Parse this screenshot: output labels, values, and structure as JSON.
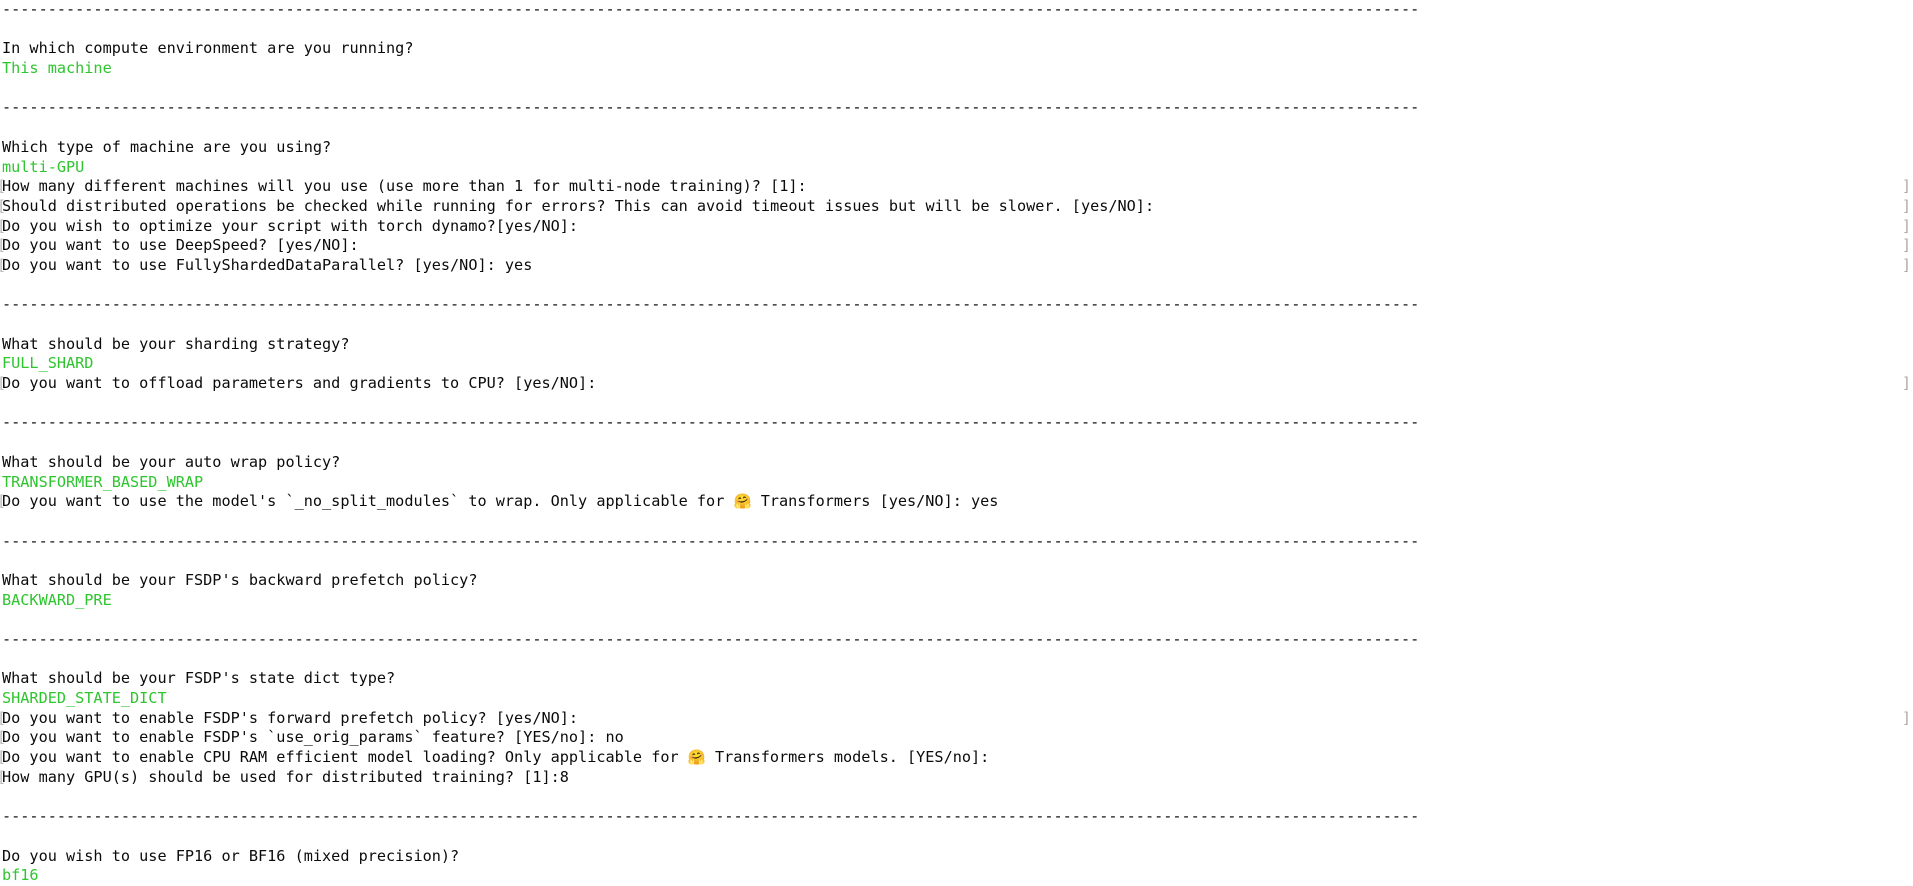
{
  "terminal": {
    "app": "accelerate config",
    "colors": {
      "background": "#ffffff",
      "foreground": "#0b0b0b",
      "answer_green": "#2fc52f",
      "edge_marker": "#a9a9a9"
    },
    "separator_char": "-",
    "separator_repeat": 155,
    "emoji": "🤗",
    "lines": [
      {
        "type": "separator"
      },
      {
        "type": "blank"
      },
      {
        "type": "question",
        "text": "In which compute environment are you running?"
      },
      {
        "type": "answer",
        "text": "This machine"
      },
      {
        "type": "blank"
      },
      {
        "type": "separator"
      },
      {
        "type": "blank"
      },
      {
        "type": "question",
        "text": "Which type of machine are you using?"
      },
      {
        "type": "answer",
        "text": "multi-GPU"
      },
      {
        "type": "prompt",
        "text": "How many different machines will you use (use more than 1 for multi-node training)? [1]:",
        "edge": "]"
      },
      {
        "type": "prompt",
        "text": "Should distributed operations be checked while running for errors? This can avoid timeout issues but will be slower. [yes/NO]:",
        "edge": "]"
      },
      {
        "type": "prompt",
        "text": "Do you wish to optimize your script with torch dynamo?[yes/NO]:",
        "edge": "]"
      },
      {
        "type": "prompt",
        "text": "Do you want to use DeepSpeed? [yes/NO]:",
        "edge": "]"
      },
      {
        "type": "prompt",
        "text": "Do you want to use FullyShardedDataParallel? [yes/NO]: yes",
        "edge": "]"
      },
      {
        "type": "blank"
      },
      {
        "type": "separator"
      },
      {
        "type": "blank"
      },
      {
        "type": "question",
        "text": "What should be your sharding strategy?"
      },
      {
        "type": "answer",
        "text": "FULL_SHARD"
      },
      {
        "type": "prompt",
        "text": "Do you want to offload parameters and gradients to CPU? [yes/NO]:",
        "edge": "]"
      },
      {
        "type": "blank"
      },
      {
        "type": "separator"
      },
      {
        "type": "blank"
      },
      {
        "type": "question",
        "text": "What should be your auto wrap policy?"
      },
      {
        "type": "answer",
        "text": "TRANSFORMER_BASED_WRAP"
      },
      {
        "type": "prompt_emoji",
        "before": "Do you want to use the model's `_no_split_modules` to wrap. Only applicable for ",
        "after": " Transformers [yes/NO]: yes",
        "edge": ""
      },
      {
        "type": "blank"
      },
      {
        "type": "separator"
      },
      {
        "type": "blank"
      },
      {
        "type": "question",
        "text": "What should be your FSDP's backward prefetch policy?"
      },
      {
        "type": "answer",
        "text": "BACKWARD_PRE"
      },
      {
        "type": "blank"
      },
      {
        "type": "separator"
      },
      {
        "type": "blank"
      },
      {
        "type": "question",
        "text": "What should be your FSDP's state dict type?"
      },
      {
        "type": "answer",
        "text": "SHARDED_STATE_DICT"
      },
      {
        "type": "prompt",
        "text": "Do you want to enable FSDP's forward prefetch policy? [yes/NO]:",
        "edge": "]"
      },
      {
        "type": "prompt",
        "text": "Do you want to enable FSDP's `use_orig_params` feature? [YES/no]: no",
        "edge": ""
      },
      {
        "type": "prompt_emoji",
        "before": "Do you want to enable CPU RAM efficient model loading? Only applicable for ",
        "after": " Transformers models. [YES/no]:",
        "edge": ""
      },
      {
        "type": "prompt",
        "text": "How many GPU(s) should be used for distributed training? [1]:8",
        "edge": ""
      },
      {
        "type": "blank"
      },
      {
        "type": "separator"
      },
      {
        "type": "blank"
      },
      {
        "type": "question",
        "text": "Do you wish to use FP16 or BF16 (mixed precision)?"
      },
      {
        "type": "answer",
        "text": "bf16"
      }
    ]
  }
}
